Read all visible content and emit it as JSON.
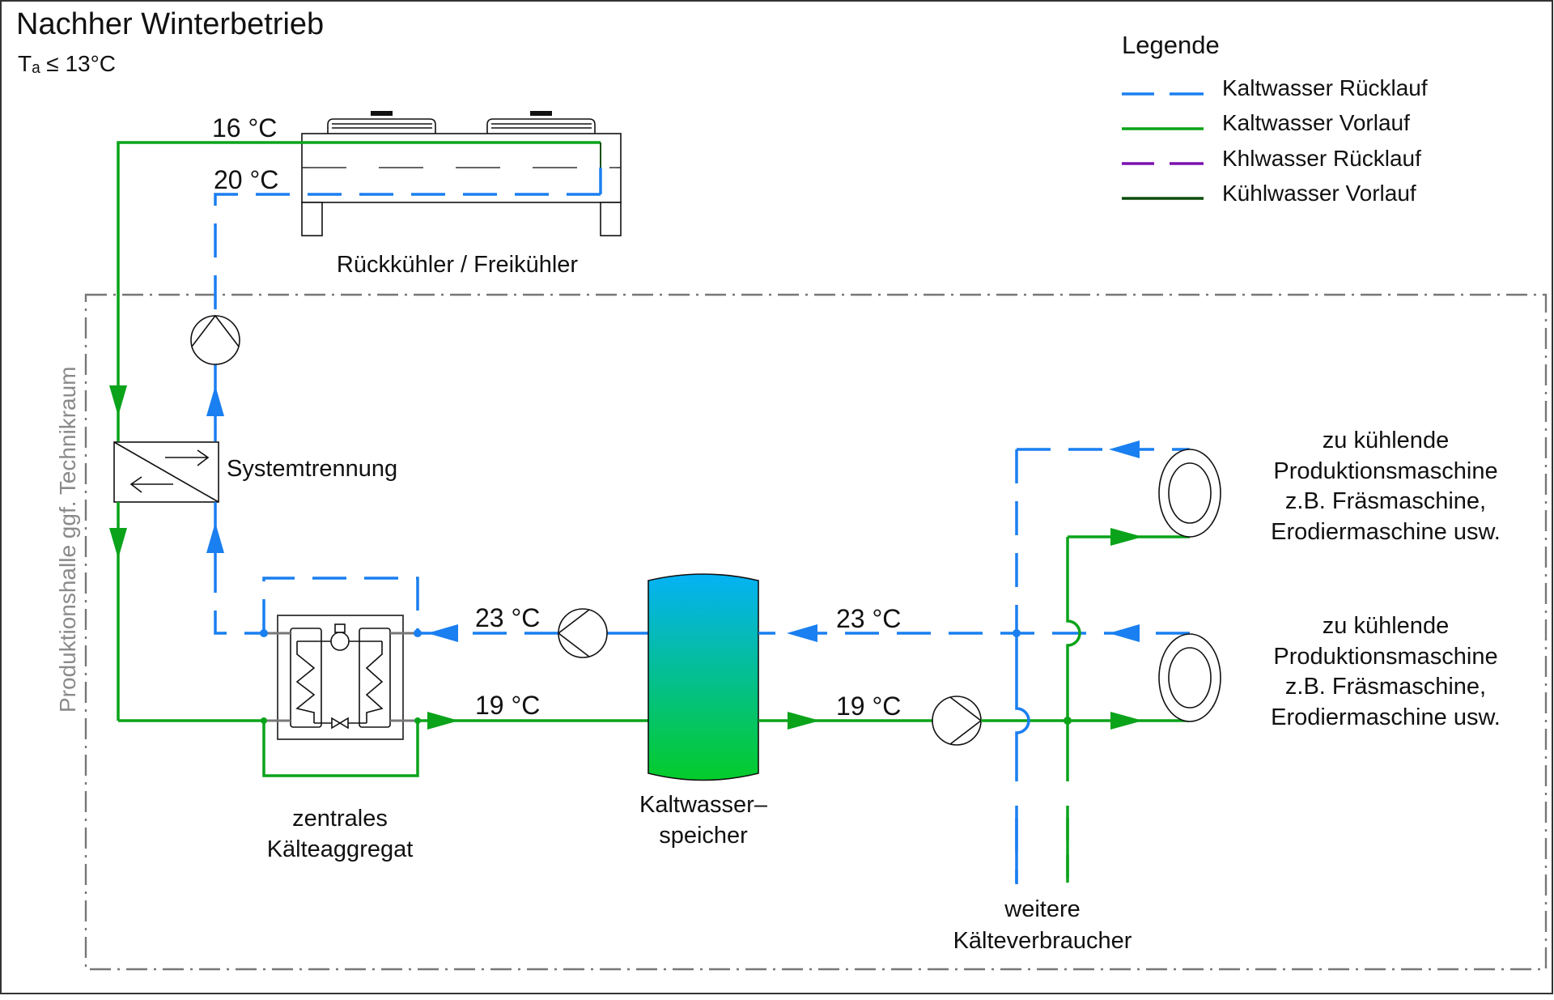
{
  "title": "Nachher Winterbetrieb",
  "condition": "Tₐ ≤ 13°C",
  "legend": {
    "heading": "Legende",
    "items": [
      {
        "label": "Kaltwasser Rücklauf",
        "color": "#1a7ff0",
        "style": "dashed"
      },
      {
        "label": "Kaltwasser Vorlauf",
        "color": "#0aa31a",
        "style": "solid"
      },
      {
        "label": "Khlwasser Rücklauf",
        "color": "#7a12b0",
        "style": "dashed"
      },
      {
        "label": "Kühlwasser Vorlauf",
        "color": "#0b4d0b",
        "style": "solid"
      }
    ]
  },
  "zone_label": "Produktionshalle ggf. Technikraum",
  "components": {
    "drycooler": "Rückkühler / Freikühler",
    "separation": "Systemtrennung",
    "chiller_line1": "zentrales",
    "chiller_line2": "Kälteaggregat",
    "tank_line1": "Kaltwasser–",
    "tank_line2": "speicher",
    "consumer": {
      "line1": "zu kühlende",
      "line2": "Produktionsmaschine",
      "line3": "z.B. Fräsmaschine,",
      "line4": "Erodiermaschine usw."
    },
    "further_line1": "weitere",
    "further_line2": "Kälteverbraucher"
  },
  "temperatures": {
    "cooler_supply": "16 °C",
    "cooler_return": "20 °C",
    "chiller_return": "23 °C",
    "chiller_supply": "19 °C",
    "consumer_return": "23 °C",
    "consumer_supply": "19 °C"
  },
  "colors": {
    "return": "#1a7ff0",
    "supply": "#0aa31a",
    "tank_top": "#05b2f5",
    "tank_bottom": "#04cc2a"
  }
}
